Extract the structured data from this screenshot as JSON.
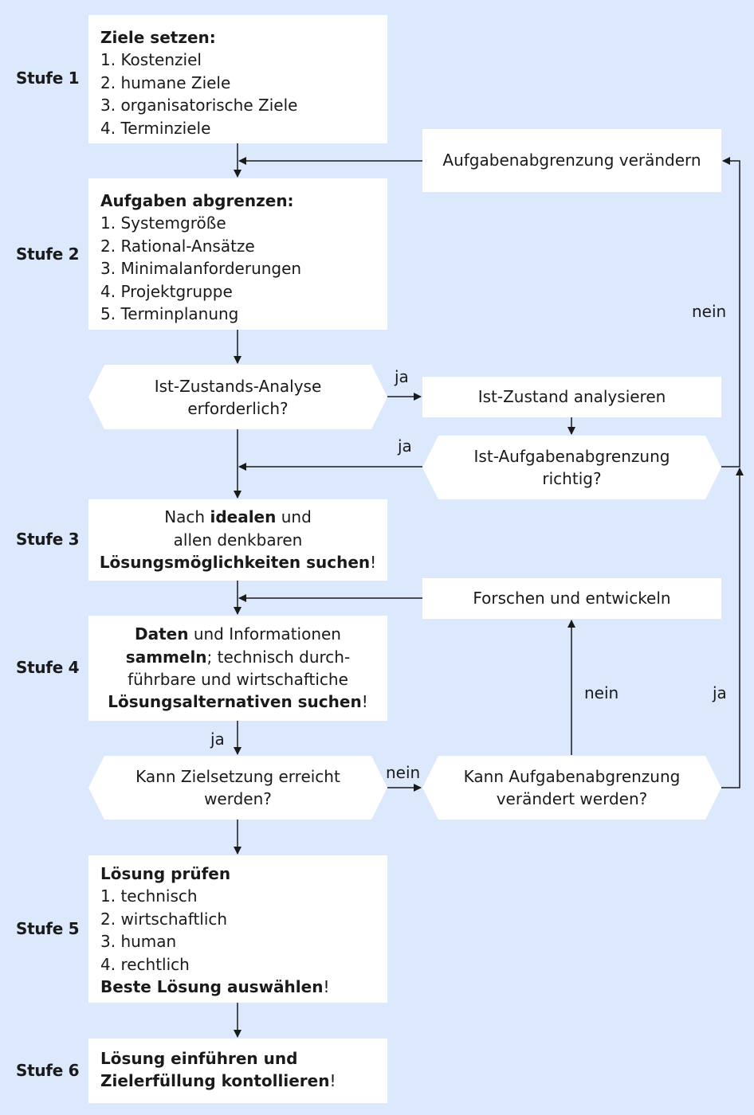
{
  "stages": {
    "s1": "Stufe 1",
    "s2": "Stufe 2",
    "s3": "Stufe 3",
    "s4": "Stufe 4",
    "s5": "Stufe 5",
    "s6": "Stufe 6"
  },
  "ziele": {
    "title": "Ziele setzen:",
    "items": [
      "1. Kostenziel",
      "2. humane Ziele",
      "3. organisatorische Ziele",
      "4. Terminziele"
    ]
  },
  "aufgaben": {
    "title": "Aufgaben abgrenzen:",
    "items": [
      "1. Systemgröße",
      "2. Rational-Ansätze",
      "3. Minimalanforderungen",
      "4. Projektgruppe",
      "5. Terminplanung"
    ]
  },
  "ist_analyse_frage": {
    "line1": "Ist-Zustands-Analyse",
    "line2": "erforderlich?"
  },
  "ist_analysieren": "Ist-Zustand analysieren",
  "ist_abgrenzung_frage": {
    "line1": "Ist-Aufgabenabgrenzung",
    "line2": "richtig?"
  },
  "abgrenzung_veraendern": "Aufgabenabgrenzung verändern",
  "loesungen": {
    "l1a": "Nach ",
    "l1b": "idealen",
    "l1c": " und",
    "l2": "allen denkbaren",
    "l3a": "Lösungsmöglichkeiten suchen",
    "l3b": "!"
  },
  "forschen": "Forschen und entwickeln",
  "daten": {
    "l1a": "Daten",
    "l1b": " und Informationen",
    "l2a": "sammeln",
    "l2b": "; technisch durch-",
    "l3": "führbare und wirtschaftiche",
    "l4a": "Lösungsalternativen suchen",
    "l4b": "!"
  },
  "zielsetzung_frage": {
    "line1": "Kann Zielsetzung erreicht",
    "line2": "werden?"
  },
  "abgrenzung_aendern_frage": {
    "line1": "Kann Aufgabenabgrenzung",
    "line2": "verändert werden?"
  },
  "pruefen": {
    "title": "Lösung prüfen",
    "items": [
      "1. technisch",
      "2. wirtschaftlich",
      "3. human",
      "4. rechtlich"
    ],
    "footer_a": "Beste Lösung auswählen",
    "footer_b": "!"
  },
  "einfuehren": {
    "line1": "Lösung einführen und",
    "line2a": "Zielerfüllung kontollieren",
    "line2b": "!"
  },
  "edge_labels": {
    "ja_ist_analyse": "ja",
    "ja_abgrenzung_richtig": "ja",
    "nein_right_top": "nein",
    "ja_daten": "ja",
    "nein_zielsetzung": "nein",
    "nein_forschen": "nein",
    "ja_right_bottom": "ja"
  },
  "colors": {
    "background": "#dce8fc",
    "box": "#ffffff",
    "line": "#1a1a1a"
  }
}
